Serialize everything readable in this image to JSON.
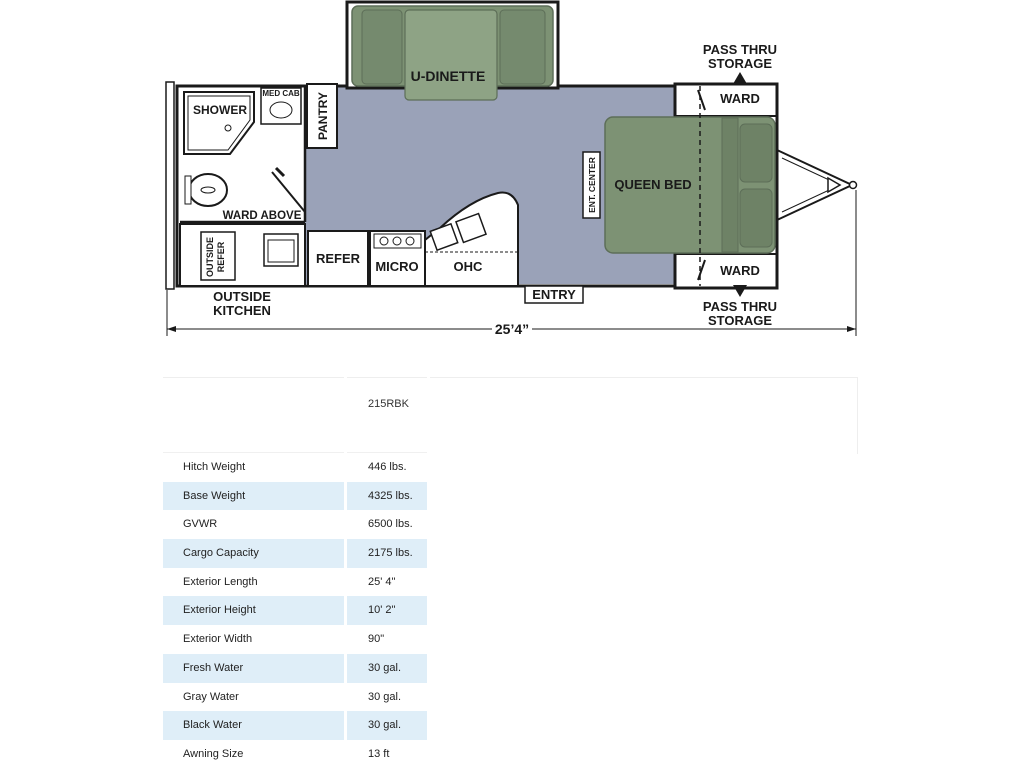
{
  "floorplan": {
    "labels": {
      "shower": "SHOWER",
      "med_cab": "MED CAB",
      "pantry": "PANTRY",
      "u_dinette": "U-DINETTE",
      "pass_thru_top_1": "PASS THRU",
      "pass_thru_top_2": "STORAGE",
      "ward_top": "WARD",
      "ward_bottom": "WARD",
      "queen_bed": "QUEEN BED",
      "ent_center": "ENT. CENTER",
      "ward_above": "WARD ABOVE",
      "outside_refer_1": "OUTSIDE",
      "outside_refer_2": "REFER",
      "refer": "REFER",
      "micro": "MICRO",
      "ohc": "OHC",
      "entry": "ENTRY",
      "outside_kitchen_1": "OUTSIDE",
      "outside_kitchen_2": "KITCHEN",
      "pass_thru_bottom_1": "PASS THRU",
      "pass_thru_bottom_2": "STORAGE",
      "length": "25’4”"
    },
    "colors": {
      "floor": "#9aa2b8",
      "furniture": "#7d9274",
      "furniture_dark": "#5d6e58",
      "wall": "#1a1a1a"
    }
  },
  "specs": {
    "model": "215RBK",
    "rows": [
      {
        "label": "Hitch Weight",
        "value": "446 lbs."
      },
      {
        "label": "Base Weight",
        "value": "4325 lbs."
      },
      {
        "label": "GVWR",
        "value": "6500 lbs."
      },
      {
        "label": "Cargo Capacity",
        "value": "2175 lbs."
      },
      {
        "label": "Exterior Length",
        "value": "25' 4\""
      },
      {
        "label": "Exterior Height",
        "value": "10' 2\""
      },
      {
        "label": "Exterior Width",
        "value": "90\""
      },
      {
        "label": "Fresh Water",
        "value": "30 gal."
      },
      {
        "label": "Gray Water",
        "value": "30 gal."
      },
      {
        "label": "Black Water",
        "value": "30 gal."
      },
      {
        "label": "Awning Size",
        "value": "13 ft"
      }
    ]
  }
}
